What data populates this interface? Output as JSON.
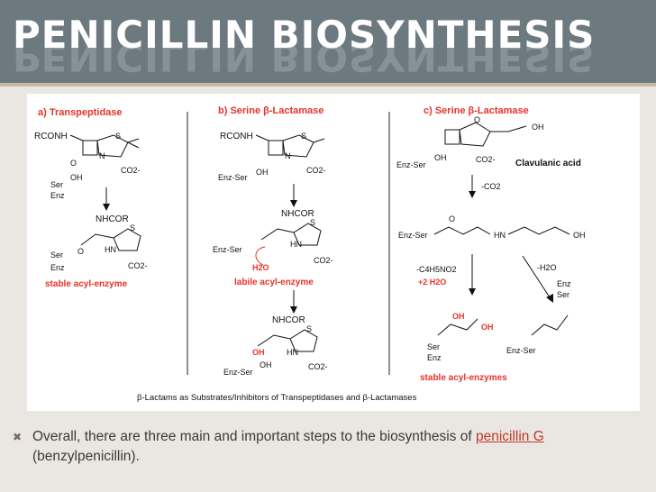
{
  "slide": {
    "title": "PENICILLIN BIOSYNTHESIS"
  },
  "diagram": {
    "panels": [
      {
        "heading": "a) Transpeptidase",
        "substituent": "RCONH",
        "carboxylate": "CO2-",
        "ser_top": "Ser",
        "oh_top": "OH",
        "enz_top": "Enz",
        "product_sub": "NHCOR",
        "ser_bottom": "Ser",
        "enz_bottom": "Enz",
        "hn": "HN",
        "carboxylate2": "CO2-",
        "label": "stable acyl-enzyme"
      },
      {
        "heading": "b) Serine β-Lactamase",
        "substituent": "RCONH",
        "enz_ser_top": "Enz-Ser",
        "oh_top": "OH",
        "carboxylate": "CO2-",
        "product_sub": "NHCOR",
        "enz_ser_mid": "Enz-Ser",
        "hn": "HN",
        "water": "H2O",
        "carboxylate2": "CO2-",
        "label": "labile acyl-enzyme",
        "product_sub2": "NHCOR",
        "oh_acid": "OH",
        "hn2": "HN",
        "enz_ser_bottom": "Enz-Ser",
        "oh_bottom": "OH",
        "carboxylate3": "CO2-"
      },
      {
        "heading": "c) Serine β-Lactamase",
        "o_ring": "O",
        "oh_end": "OH",
        "enz_ser_top": "Enz-Ser",
        "oh_top": "OH",
        "carboxylate": "CO2-",
        "name": "Clavulanic acid",
        "co2_loss": "-CO2",
        "enz_ser_mid": "Enz-Ser",
        "o_mid": "O",
        "hn": "HN",
        "oh_mid": "OH",
        "loss_left": "-C4H5NO2",
        "water_left": "+2 H2O",
        "loss_right": "-H2O",
        "oh_a": "OH",
        "oh_b": "OH",
        "ser_bottom_left": "Ser",
        "enz_bottom_left": "Enz",
        "enz_right": "Enz",
        "ser_right": "Ser",
        "enz_ser_bottom_right": "Enz-Ser",
        "label": "stable acyl-enzymes"
      }
    ],
    "caption": "β-Lactams as Substrates/Inhibitors of Transpeptidases and β-Lactamases"
  },
  "body": {
    "text_before": "Overall, there are three main and important steps to the biosynthesis of ",
    "link_text": "penicillin G",
    "text_after": " (benzylpenicillin).",
    "bullet_glyph": "✖"
  },
  "colors": {
    "title_bar": "#6c7a80",
    "accent_red": "#e8322a",
    "link": "#c0392b",
    "background": "#eae6e1"
  }
}
